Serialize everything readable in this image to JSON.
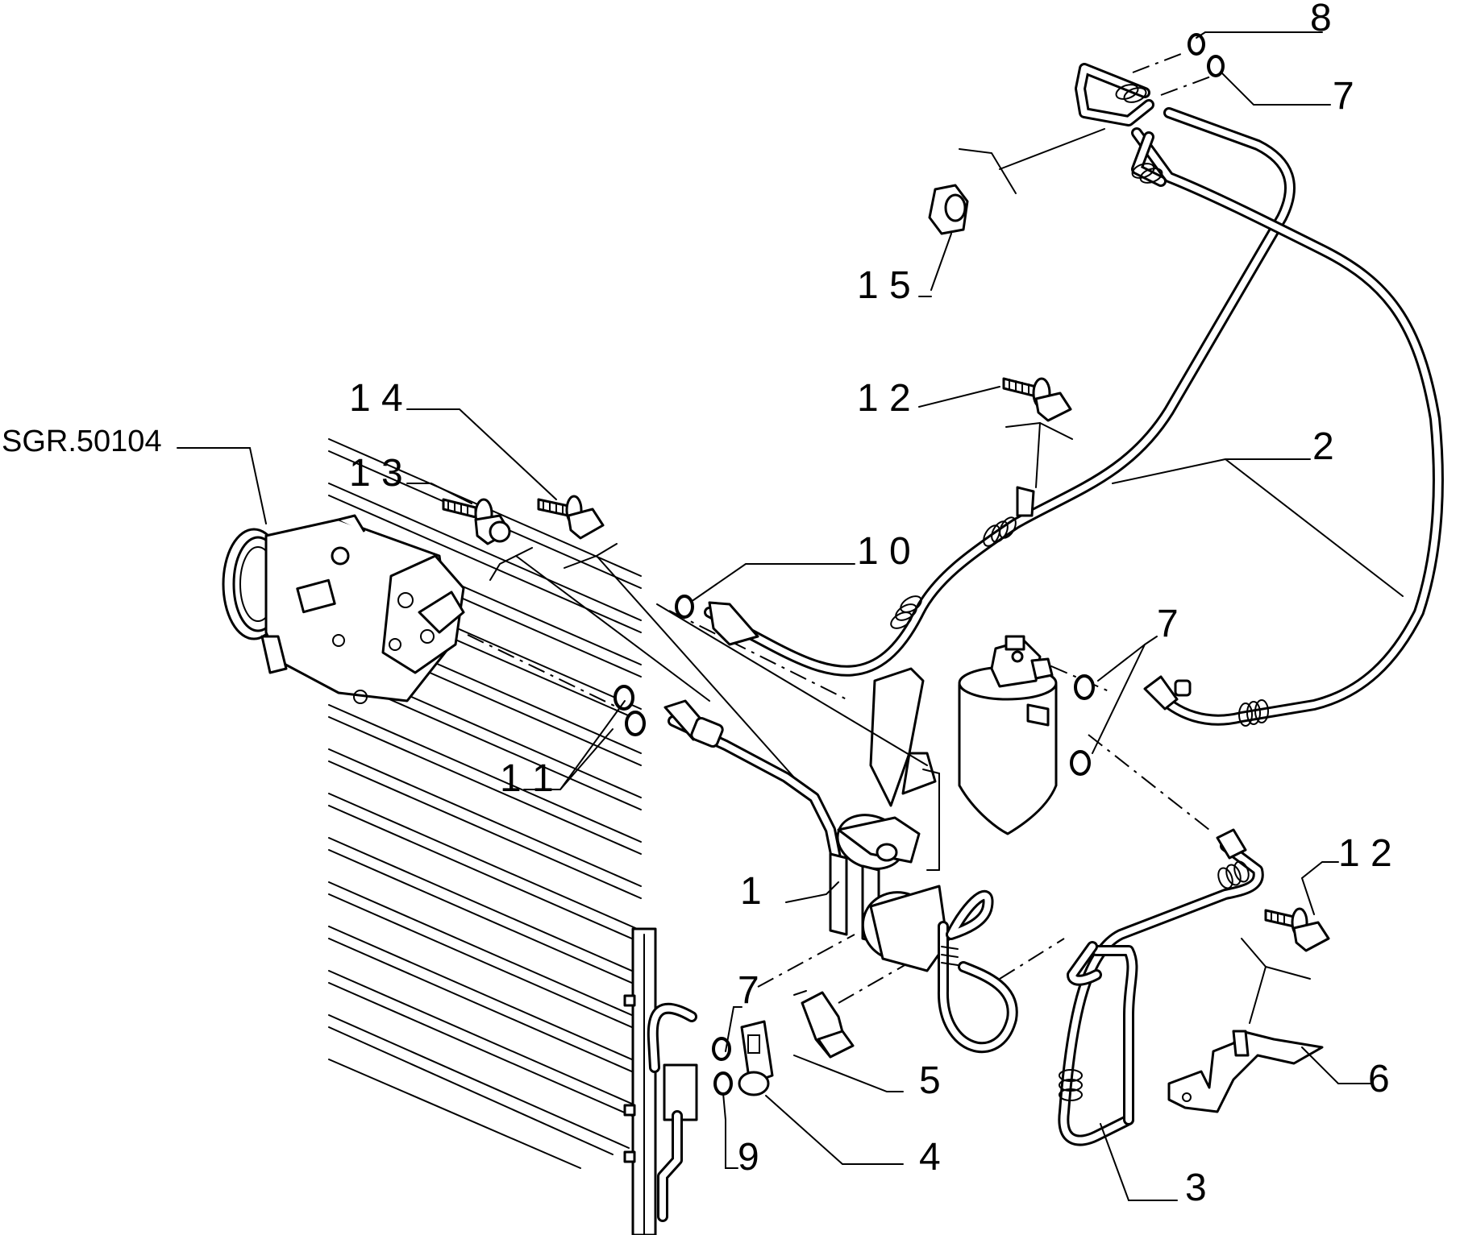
{
  "callouts": {
    "sgr": "SGR.50104",
    "c1": "1",
    "c2": "2",
    "c3": "3",
    "c4": "4",
    "c5": "5",
    "c6": "6",
    "c7_top": "7",
    "c7_mid": "7",
    "c7_low": "7",
    "c8": "8",
    "c9": "9",
    "c10": "1 0",
    "c11": "1 1",
    "c12_top": "1 2",
    "c12_right": "1 2",
    "c13": "1 3",
    "c14": "1 4",
    "c15": "1 5"
  }
}
